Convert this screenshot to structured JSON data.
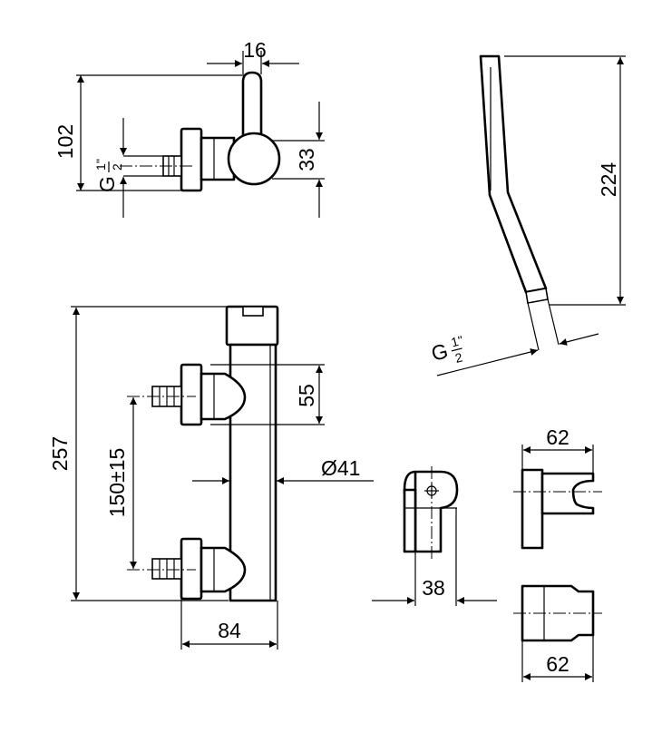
{
  "dimensions": {
    "d16": "16",
    "d102": "102",
    "d33": "33",
    "d224": "224",
    "d55": "55",
    "d257": "257",
    "d150": "150±15",
    "d41": "Ø41",
    "d84": "84",
    "d38": "38",
    "d62_top": "62",
    "d62_bottom": "62"
  },
  "thread": {
    "letter": "G",
    "numerator": "1",
    "denominator": "2",
    "inch_mark": "\""
  }
}
